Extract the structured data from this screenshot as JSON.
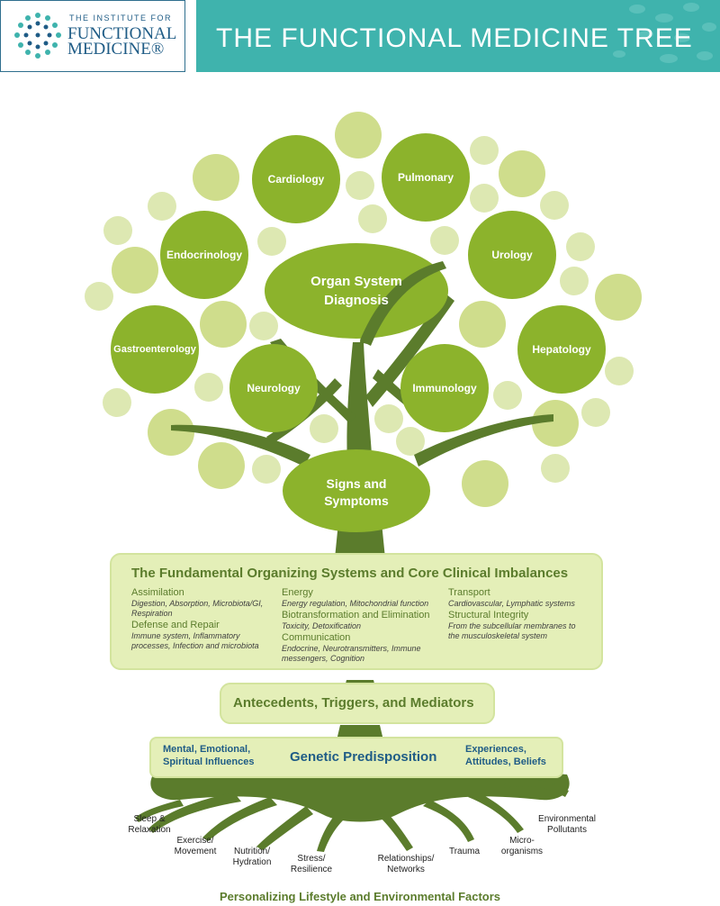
{
  "header": {
    "logo_line1": "THE INSTITUTE FOR",
    "logo_line2": "FUNCTIONAL",
    "logo_line3": "MEDICINE®",
    "title": "THE FUNCTIONAL MEDICINE TREE"
  },
  "organs": {
    "cardiology": "Cardiology",
    "pulmonary": "Pulmonary",
    "endocrinology": "Endocrinology",
    "urology": "Urology",
    "gastroenterology": "Gastroenterology",
    "hepatology": "Hepatology",
    "neurology": "Neurology",
    "immunology": "Immunology"
  },
  "center": {
    "diagnosis_line1": "Organ System",
    "diagnosis_line2": "Diagnosis",
    "signs_line1": "Signs and",
    "signs_line2": "Symptoms"
  },
  "core": {
    "title": "The Fundamental Organizing Systems and Core Clinical Imbalances",
    "assimilation": {
      "heading": "Assimilation",
      "line1": "Digestion, Absorption, Microbiota/GI,",
      "line2": "Respiration"
    },
    "defense": {
      "heading": "Defense and Repair",
      "line1": "Immune system, Inflammatory",
      "line2": "processes, Infection and microbiota"
    },
    "energy": {
      "heading": "Energy",
      "line1": "Energy regulation, Mitochondrial function"
    },
    "biotransformation": {
      "heading": "Biotransformation and Elimination",
      "line1": "Toxicity, Detoxification"
    },
    "communication": {
      "heading": "Communication",
      "line1": "Endocrine, Neurotransmitters, Immune",
      "line2": "messengers, Cognition"
    },
    "transport": {
      "heading": "Transport",
      "line1": "Cardiovascular, Lymphatic systems"
    },
    "structural": {
      "heading": "Structural Integrity",
      "line1": "From the subcellular membranes to",
      "line2": "the musculoskeletal system"
    }
  },
  "antecedents": "Antecedents, Triggers, and Mediators",
  "genetics": {
    "left_line1": "Mental, Emotional,",
    "left_line2": "Spiritual Influences",
    "center": "Genetic Predisposition",
    "right_line1": "Experiences,",
    "right_line2": "Attitudes, Beliefs"
  },
  "roots": {
    "sleep": {
      "line1": "Sleep &",
      "line2": "Relaxation"
    },
    "exercise": {
      "line1": "Exercise/",
      "line2": "Movement"
    },
    "nutrition": {
      "line1": "Nutrition/",
      "line2": "Hydration"
    },
    "stress": {
      "line1": "Stress/",
      "line2": "Resilience"
    },
    "relationships": {
      "line1": "Relationships/",
      "line2": "Networks"
    },
    "trauma": {
      "line1": "Trauma"
    },
    "microorganisms": {
      "line1": "Micro-",
      "line2": "organisms"
    },
    "environmental": {
      "line1": "Environmental",
      "line2": "Pollutants"
    }
  },
  "footer": "Personalizing Lifestyle and Environmental Factors",
  "colors": {
    "teal": "#3fb3ad",
    "navy": "#1f5c86",
    "leaf_dark": "#8cb32c",
    "leaf_light": "#d4e29a",
    "trunk": "#5b7c2c",
    "panel": "#e4efb8"
  }
}
